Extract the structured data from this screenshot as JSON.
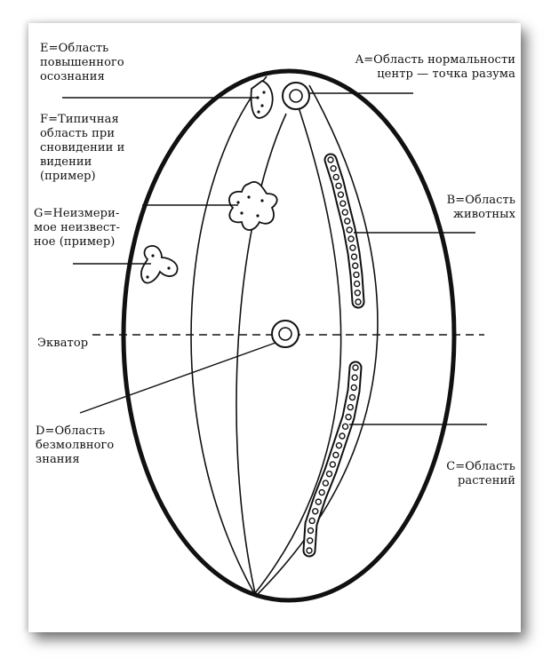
{
  "labels": {
    "E": "E=Область\nповышенного\nосознания",
    "A": "A=Область нормальности\nцентр — точка разума",
    "F": "F=Типичная\nобласть при\nсновидении и\nвидении\n(пример)",
    "B": "B=Область\nживотных",
    "G": "G=Неизмери-\nмое неизвест-\nное (пример)",
    "equator": "Экватор",
    "D": "D=Область\nбезмолвного\nзнания",
    "C": "C=Область\nрастений"
  },
  "colors": {
    "ink": "#111111",
    "paper": "#ffffff"
  }
}
